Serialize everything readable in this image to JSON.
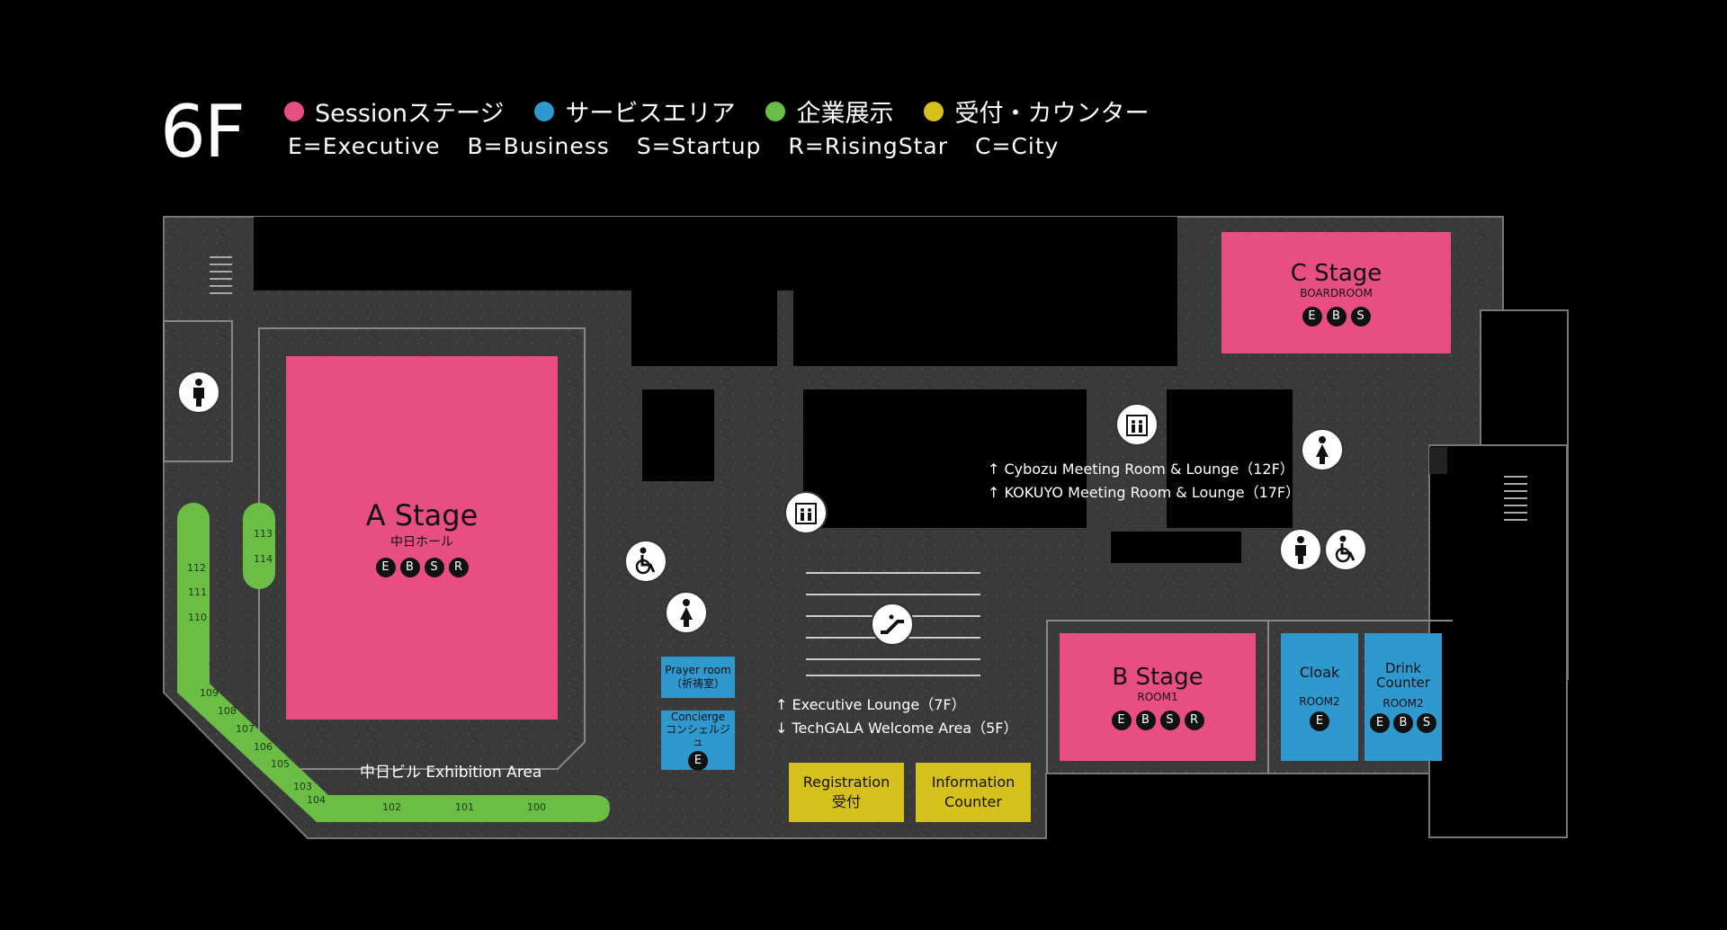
{
  "floor": "6F",
  "legend": [
    {
      "label": "Sessionステージ",
      "color": "#e94e82"
    },
    {
      "label": "サービスエリア",
      "color": "#2e98cf"
    },
    {
      "label": "企業展示",
      "color": "#6bbd45"
    },
    {
      "label": "受付・カウンター",
      "color": "#d6c01b"
    }
  ],
  "abbreviations": [
    "E=Executive",
    "B=Business",
    "S=Startup",
    "R=RisingStar",
    "C=City"
  ],
  "stages": {
    "a": {
      "title": "A Stage",
      "subtitle": "中日ホール",
      "badges": [
        "E",
        "B",
        "S",
        "R"
      ]
    },
    "b": {
      "title": "B Stage",
      "subtitle": "ROOM1",
      "badges": [
        "E",
        "B",
        "S",
        "R"
      ]
    },
    "c": {
      "title": "C Stage",
      "subtitle": "BOARDROOM",
      "badges": [
        "E",
        "B",
        "S"
      ]
    }
  },
  "services": {
    "cloak": {
      "title": "Cloak",
      "subtitle": "ROOM2",
      "badges": [
        "E"
      ]
    },
    "drink": {
      "title": "Drink Counter",
      "subtitle": "ROOM2",
      "badges": [
        "E",
        "B",
        "S"
      ]
    },
    "prayer": {
      "line1": "Prayer room",
      "line2": "（祈祷室）"
    },
    "concierge": {
      "line1": "Concierge",
      "line2": "コンシェルジュ",
      "badge": "E"
    }
  },
  "counters": {
    "registration": {
      "line1": "Registration",
      "line2": "受付"
    },
    "information": {
      "line1": "Information",
      "line2": "Counter"
    }
  },
  "notes": {
    "cybozu": "Cybozu Meeting Room & Lounge（12F）",
    "kokuyo": "KOKUYO Meeting Room & Lounge（17F）",
    "executive": "Executive Lounge（7F）",
    "techgala": "TechGALA Welcome Area（5F）",
    "exhibition": "中日ビル Exhibition Area"
  },
  "booths": [
    "113",
    "114",
    "112",
    "111",
    "110",
    "109",
    "108",
    "107",
    "106",
    "105",
    "103",
    "104",
    "102",
    "101",
    "100"
  ],
  "icons": [
    "male-restroom-icon",
    "female-restroom-icon",
    "wheelchair-icon",
    "elevator-icon",
    "escalator-icon"
  ]
}
